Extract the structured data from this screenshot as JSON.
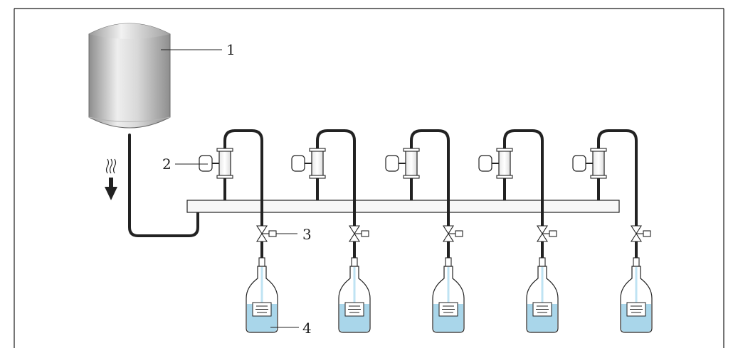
{
  "callouts": {
    "tank": "1",
    "flowmeter": "2",
    "valve": "3",
    "bottle": "4"
  },
  "stations": [
    "station-1",
    "station-2",
    "station-3",
    "station-4",
    "station-5"
  ],
  "colors": {
    "line": "#222222",
    "tank_light": "#f0f0f0",
    "tank_dark": "#8e8e8e",
    "liquid": "#a9d6ea",
    "liquid_stream": "#bfe3f3",
    "manifold": "#f7f7f7"
  },
  "icons": {
    "flow_direction": "heat-wave-down-arrow-icon"
  }
}
